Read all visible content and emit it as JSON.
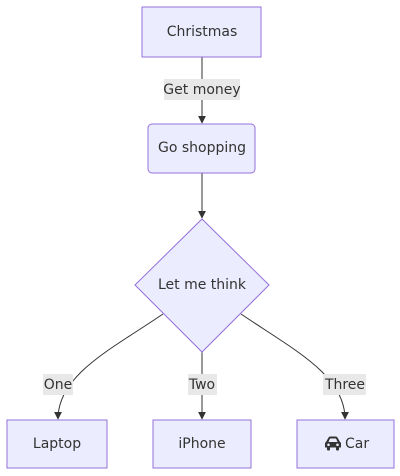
{
  "diagram": {
    "colors": {
      "node_fill": "#ECECFF",
      "node_stroke": "#9370DB",
      "edge": "#333333",
      "label_bg": "#E8E8E8",
      "text": "#333333"
    },
    "nodes": {
      "christmas": "Christmas",
      "shopping": "Go shopping",
      "think": "Let me think",
      "laptop": "Laptop",
      "iphone": "iPhone",
      "car": "Car"
    },
    "car_icon": "car-icon",
    "edges": {
      "get_money": "Get money",
      "one": "One",
      "two": "Two",
      "three": "Three"
    }
  }
}
